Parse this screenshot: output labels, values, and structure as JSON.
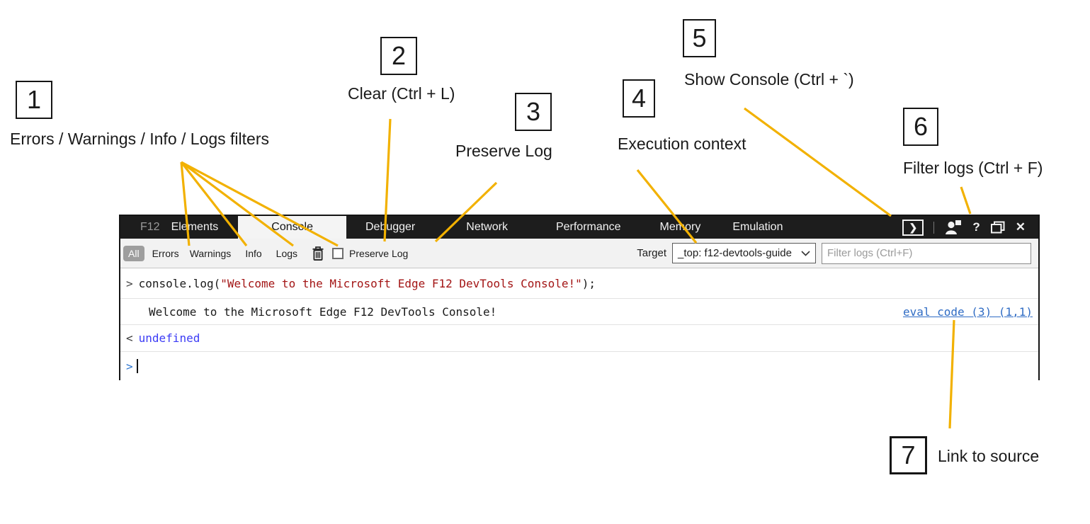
{
  "colors": {
    "callout_line": "#F2B100",
    "titlebar_bg": "#1d1d1d",
    "toolbar_bg": "#f2f2f2",
    "code_string_red": "#A31515",
    "source_link_blue": "#2E6BC4",
    "undefined_blue": "#3C3CF5",
    "input_prompt_blue": "#2E76D2"
  },
  "annotations": [
    {
      "number": "1",
      "label": "Errors / Warnings / Info / Logs filters"
    },
    {
      "number": "2",
      "label": "Clear (Ctrl + L)"
    },
    {
      "number": "3",
      "label": "Preserve Log"
    },
    {
      "number": "4",
      "label": "Execution context"
    },
    {
      "number": "5",
      "label": "Show Console (Ctrl + `)"
    },
    {
      "number": "6",
      "label": "Filter logs (Ctrl + F)"
    },
    {
      "number": "7",
      "label": "Link to source"
    }
  ],
  "devtools": {
    "tabs": [
      {
        "label": "F12"
      },
      {
        "label": "Elements"
      },
      {
        "label": "Console"
      },
      {
        "label": "Debugger"
      },
      {
        "label": "Network"
      },
      {
        "label": "Performance"
      },
      {
        "label": "Memory"
      },
      {
        "label": "Emulation"
      }
    ],
    "titlebar": {
      "show_console_glyph": "❯",
      "help_glyph": "?",
      "close_glyph": "✕"
    },
    "toolbar": {
      "filters": [
        {
          "label": "All"
        },
        {
          "label": "Errors"
        },
        {
          "label": "Warnings"
        },
        {
          "label": "Info"
        },
        {
          "label": "Logs"
        }
      ],
      "preserve_log_label": "Preserve Log",
      "target_label": "Target",
      "target_value": "_top: f12-devtools-guide",
      "filter_placeholder": "Filter logs (Ctrl+F)"
    },
    "console": {
      "echo_prompt": ">",
      "code_fn": "console.log(",
      "code_string": "\"Welcome to the Microsoft Edge F12 DevTools Console!\"",
      "code_close": ");",
      "output_text": "Welcome to the Microsoft Edge F12 DevTools Console!",
      "source_link": "eval code (3) (1,1)",
      "result_prompt": "<",
      "result_value": "undefined",
      "input_prompt": ">"
    }
  }
}
